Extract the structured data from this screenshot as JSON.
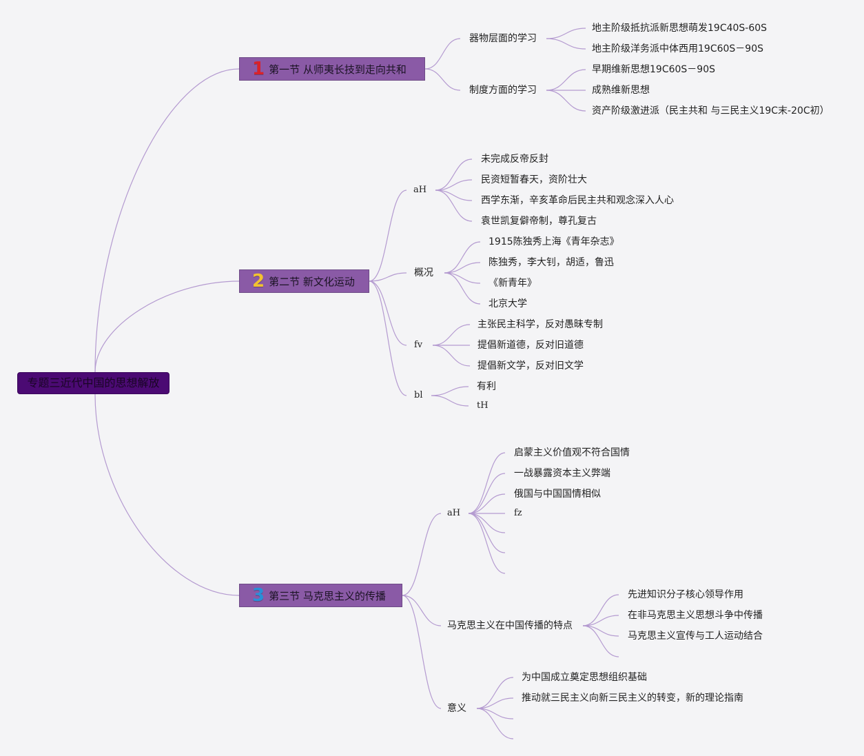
{
  "colors": {
    "root_bg": "#4b0a73",
    "section_bg": "#8a5aa6",
    "branch_line": "#b49ad0",
    "num1": "#d9222a",
    "num2": "#f2c230",
    "num3": "#2a8fd8"
  },
  "root": {
    "label": "专题三近代中国的思想解放"
  },
  "sections": [
    {
      "num": "1",
      "label": "第一节 从师夷长技到走向共和",
      "children": [
        {
          "label": "器物层面的学习",
          "children": [
            "地主阶级抵抗派新思想萌发19C40S-60S",
            "地主阶级洋务派中体西用19C60S－90S"
          ]
        },
        {
          "label": "制度方面的学习",
          "children": [
            "早期维新思想19C60S－90S",
            "成熟维新思想",
            "资产阶级激进派（民主共和 与三民主义19C末-20C初）"
          ]
        }
      ]
    },
    {
      "num": "2",
      "label": "第二节 新文化运动",
      "children": [
        {
          "label": "aH",
          "children": [
            "未完成反帝反封",
            "民资短暂春天，资阶壮大",
            "西学东渐，辛亥革命后民主共和观念深入人心",
            "袁世凯复僻帝制，尊孔复古"
          ]
        },
        {
          "label": "概况",
          "children": [
            "1915陈独秀上海《青年杂志》",
            "陈独秀，李大钊，胡适，鲁迅",
            "《新青年》",
            "北京大学"
          ]
        },
        {
          "label": "fv",
          "children": [
            "主张民主科学，反对愚昧专制",
            "提倡新道德，反对旧道德",
            "提倡新文学，反对旧文学"
          ]
        },
        {
          "label": "bl",
          "children": [
            "有利",
            "tH"
          ]
        }
      ]
    },
    {
      "num": "3",
      "label": "第三节 马克思主义的传播",
      "children": [
        {
          "label": "aH",
          "children": [
            "启蒙主义价值观不符合国情",
            "一战暴露资本主义弊端",
            "俄国与中国国情相似",
            "fz",
            "",
            "",
            ""
          ]
        },
        {
          "label": "马克思主义在中国传播的特点",
          "children": [
            "先进知识分子核心领导作用",
            "在非马克思主义思想斗争中传播",
            "马克思主义宣传与工人运动结合",
            ""
          ]
        },
        {
          "label": "意义",
          "children": [
            "为中国成立奠定思想组织基础",
            "推动就三民主义向新三民主义的转变，新的理论指南",
            "",
            ""
          ]
        }
      ]
    }
  ]
}
